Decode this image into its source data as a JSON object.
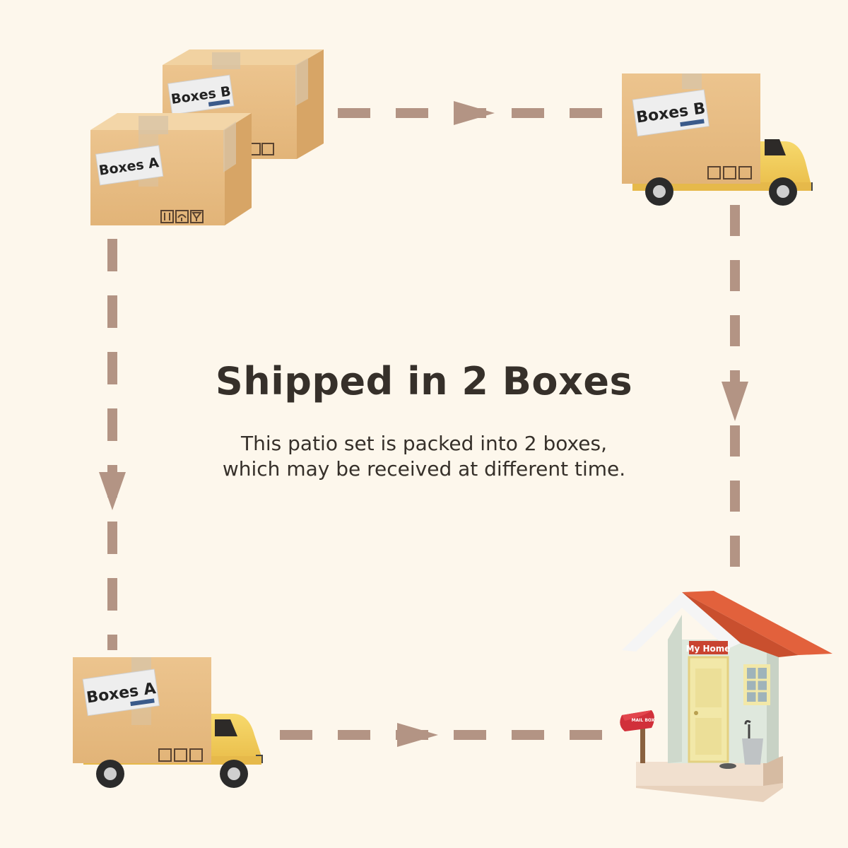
{
  "title": "Shipped in 2 Boxes",
  "description": {
    "line1": "This patio set is packed into 2 boxes,",
    "line2": "which may be received at different time."
  },
  "labels": {
    "box_a": "Boxes A",
    "box_b": "Boxes B",
    "home_sign": "My Home",
    "mailbox": "MAIL BOX"
  },
  "colors": {
    "background": "#fdf7ec",
    "arrow": "#b39484",
    "box": "#e7bd85",
    "truck": "#f2cf5c",
    "roof": "#e2613c",
    "text": "#36302a"
  },
  "icons": [
    "box-stack-icon",
    "delivery-truck-icon",
    "house-icon",
    "mailbox-icon",
    "umbrella-stand-icon"
  ]
}
